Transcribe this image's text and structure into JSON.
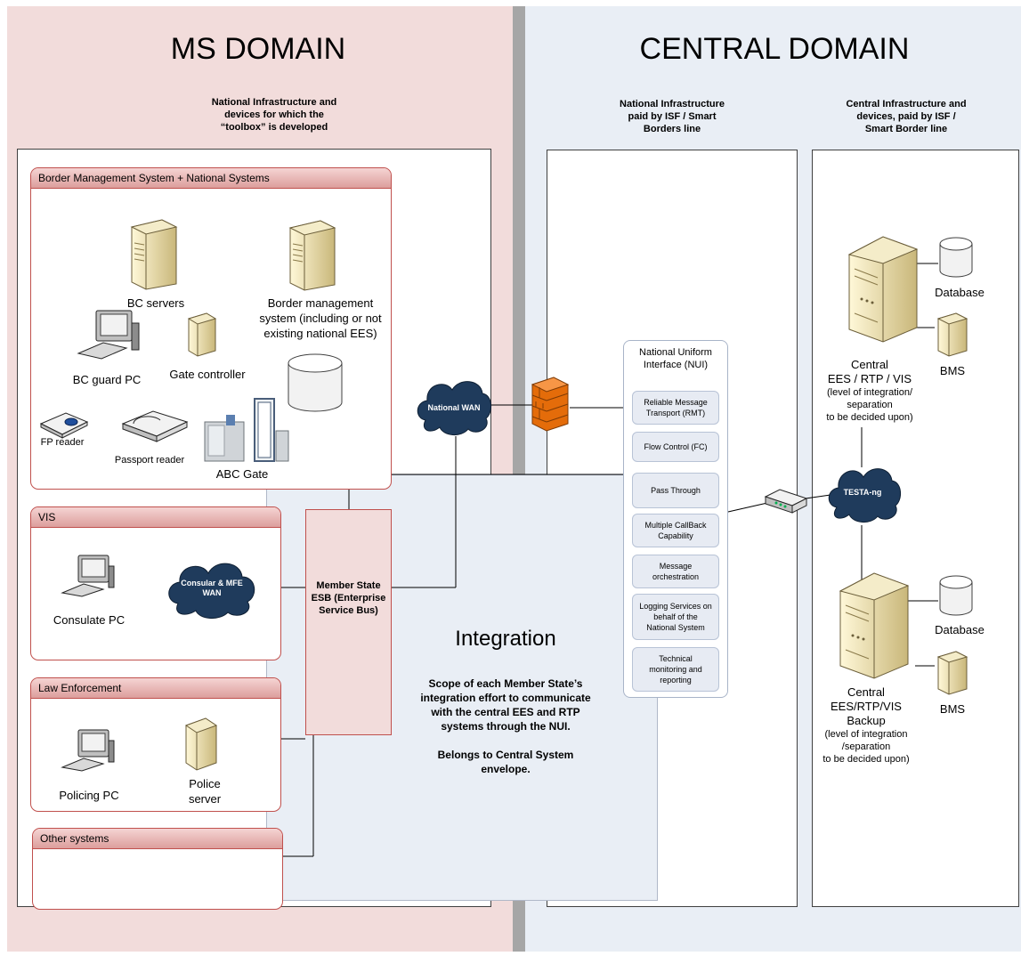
{
  "ms_domain": {
    "title": "MS DOMAIN",
    "subtitle_line1": "National Infrastructure and",
    "subtitle_line2": "devices for which the",
    "subtitle_line3": "“toolbox” is developed"
  },
  "central_domain": {
    "title": "CENTRAL DOMAIN",
    "national_infra_line1": "National Infrastructure",
    "national_infra_line2": "paid by ISF / Smart",
    "national_infra_line3": "Borders line",
    "central_infra_line1": "Central Infrastructure and",
    "central_infra_line2": "devices, paid by ISF /",
    "central_infra_line3": "Smart Border line"
  },
  "bms_group": {
    "title": "Border Management System + National Systems",
    "bc_servers": "BC servers",
    "bms_line1": "Border management",
    "bms_line2": "system (including or not",
    "bms_line3": "existing national EES)",
    "bc_guard_pc": "BC guard PC",
    "gate_controller": "Gate controller",
    "fp_reader": "FP reader",
    "passport_reader": "Passport reader",
    "abc_gate": "ABC Gate"
  },
  "vis_group": {
    "title": "VIS",
    "consulate_pc": "Consulate PC",
    "cloud_line1": "Consular & MFE",
    "cloud_line2": "WAN"
  },
  "law_group": {
    "title": "Law Enforcement",
    "policing_pc": "Policing PC",
    "police_server_line1": "Police",
    "police_server_line2": "server"
  },
  "other_group": {
    "title": "Other systems"
  },
  "esb": {
    "line1": "Member State",
    "line2": "ESB (Enterprise",
    "line3": "Service Bus)"
  },
  "national_wan": "National WAN",
  "testa": "TESTA-ng",
  "integration": {
    "title": "Integration",
    "line1": "Scope of each Member State’s",
    "line2": "integration effort to communicate",
    "line3": "with the central EES and RTP",
    "line4": "systems through the NUI.",
    "line5": "Belongs to Central System",
    "line6": "envelope."
  },
  "nui": {
    "title_line1": "National Uniform",
    "title_line2": "Interface (NUI)",
    "items": [
      [
        "Reliable Message",
        "Transport (RMT)",
        ""
      ],
      [
        "Flow Control (FC)",
        "",
        ""
      ],
      [
        "Pass Through",
        "",
        ""
      ],
      [
        "Multiple CallBack",
        "Capability",
        ""
      ],
      [
        "Message",
        "orchestration",
        ""
      ],
      [
        "Logging Services on",
        "behalf of the",
        "National System"
      ],
      [
        "Technical",
        "monitoring and",
        "reporting"
      ]
    ]
  },
  "central_main": {
    "database": "Database",
    "bms": "BMS",
    "line1": "Central",
    "line2": "EES / RTP / VIS",
    "line3": "(level of integration/",
    "line4": "separation",
    "line5": "to be decided upon)"
  },
  "central_backup": {
    "database": "Database",
    "bms": "BMS",
    "line1": "Central",
    "line2": "EES/RTP/VIS",
    "line3": "Backup",
    "line4": "(level of integration",
    "line5": "/separation",
    "line6": "to be decided upon)"
  },
  "colors": {
    "ms_background": "#f2dcdb",
    "central_background": "#e9eef5",
    "divider": "#a6a6a6",
    "group_border": "#c0504d",
    "cloud": "#1f3b5c",
    "firewall": "#e46c0a"
  },
  "icons": [
    "server-icon",
    "desktop-pc-icon",
    "database-icon",
    "fingerprint-reader-icon",
    "passport-reader-icon",
    "abc-gate-icon",
    "cloud-icon",
    "firewall-icon",
    "router-icon",
    "mainframe-icon"
  ]
}
